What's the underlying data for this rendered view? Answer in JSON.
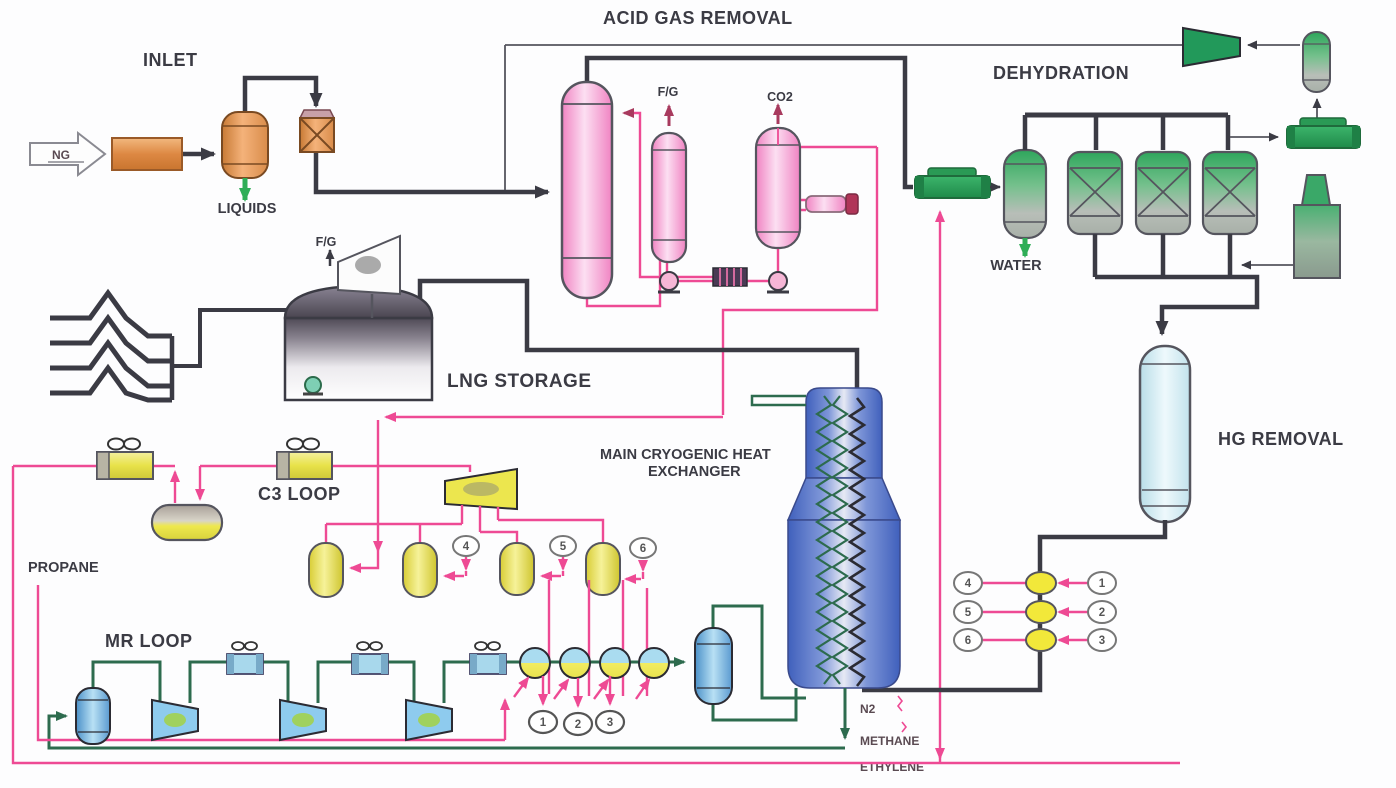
{
  "diagram": {
    "titles": {
      "inlet": "INLET",
      "acid_gas_removal": "ACID GAS REMOVAL",
      "dehydration": "DEHYDRATION",
      "hg_removal": "HG REMOVAL",
      "lng_storage": "LNG STORAGE",
      "c3_loop": "C3 LOOP",
      "mr_loop": "MR LOOP",
      "propane": "PROPANE",
      "mche_line1": "MAIN CRYOGENIC HEAT",
      "mche_line2": "EXCHANGER"
    },
    "streams": {
      "ng": "NG",
      "liquids": "LIQUIDS",
      "water": "WATER",
      "fg_flare": "F/G",
      "fg_column": "F/G",
      "co2": "CO2",
      "n2": "N2",
      "methane": "METHANE",
      "ethylene": "ETHYLENE"
    },
    "stage_circles": {
      "c3_suction": [
        "4",
        "5",
        "6"
      ],
      "evaporators": [
        "1",
        "2",
        "3"
      ],
      "hx_left": [
        "4",
        "5",
        "6"
      ],
      "hx_right": [
        "1",
        "2",
        "3"
      ]
    },
    "colors": {
      "process_line": "#3b3b44",
      "refrigerant_line": "#ee4a94",
      "mr_line": "#2d6b4e",
      "utility_green": "#2fae57",
      "inlet_equipment": "#dd8843",
      "amine_equipment": "#f391cb",
      "dehydration_equipment": "#2fa65c",
      "c3_equipment": "#e8e249",
      "mr_equipment": "#8ecbee",
      "mche_shell": "#4060bc",
      "hg_vessel": "#cfe8f0"
    }
  }
}
